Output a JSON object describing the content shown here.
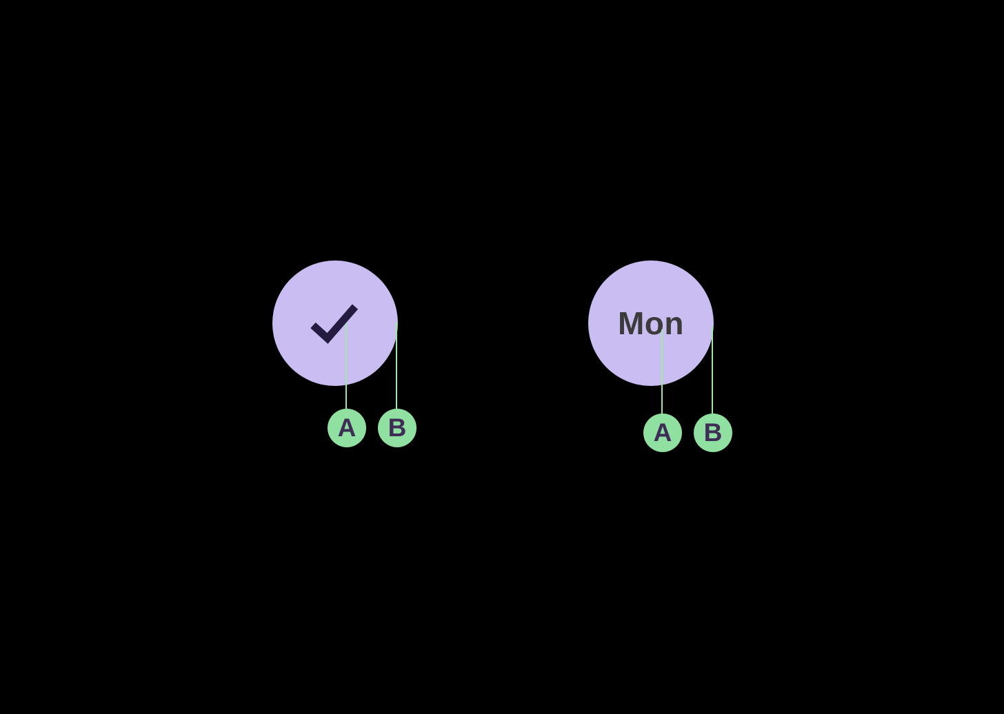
{
  "colors": {
    "background": "#000000",
    "day_circle_fill": "#c9bdf1",
    "check_mark": "#241c40",
    "marker_fill": "#90e0a1",
    "connector_line": "#9fe7a7",
    "marker_text": "#3e2d55",
    "day_text": "#3b3b3b"
  },
  "left_group": {
    "icon": "check-icon",
    "markers": [
      {
        "label": "A"
      },
      {
        "label": "B"
      }
    ]
  },
  "right_group": {
    "day_label": "Mon",
    "markers": [
      {
        "label": "A"
      },
      {
        "label": "B"
      }
    ]
  }
}
